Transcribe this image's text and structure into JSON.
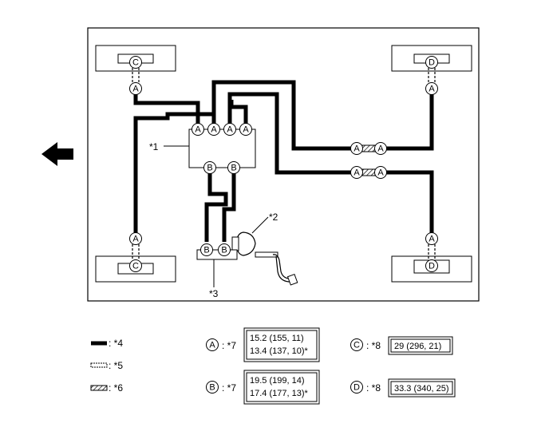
{
  "callouts": {
    "master_cylinder": "*1",
    "brake_booster": "*2",
    "valve": "*3"
  },
  "connectors": {
    "a": "A",
    "b": "B",
    "c": "C",
    "d": "D"
  },
  "legend": {
    "solid_line": ": *4",
    "dashed_line": ": *5",
    "hatched_line": ": *6"
  },
  "torque": {
    "a_ref": ": *7",
    "a_line1": "15.2 (155, 11)",
    "a_line2": "13.4 (137, 10)*",
    "b_ref": ": *7",
    "b_line1": "19.5 (199, 14)",
    "b_line2": "17.4 (177, 13)*",
    "c_ref": ": *8",
    "c_value": "29 (296, 21)",
    "d_ref": ": *8",
    "d_value": "33.3 (340, 25)"
  }
}
